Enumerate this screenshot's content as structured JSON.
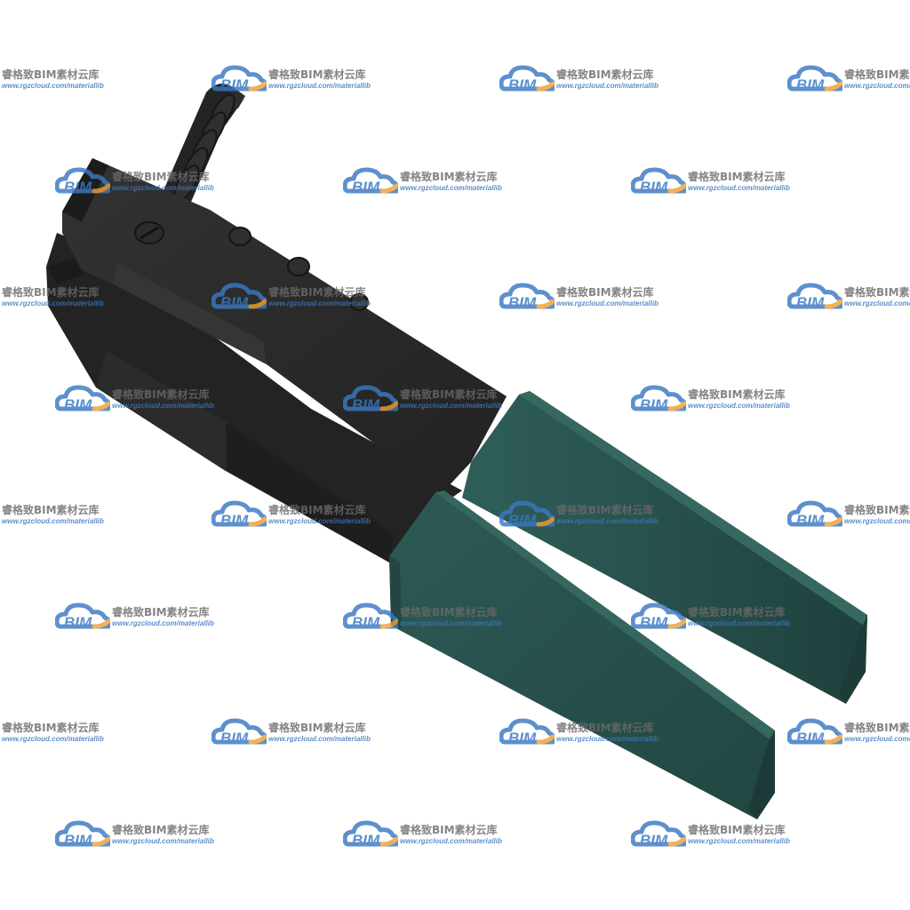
{
  "image": {
    "subject": "riveting-pliers",
    "colors": {
      "background": "#ffffff",
      "metal_body": "#2a2a2a",
      "metal_shadow": "#1b1b1b",
      "metal_highlight": "#3a3a3a",
      "grip": "#27504c",
      "grip_shadow": "#1f403d",
      "grip_highlight": "#2f5e59"
    }
  },
  "watermark": {
    "logo_text": "BIM",
    "brand_text": "睿格致BIM素材云库",
    "url_text": "www.rgzcloud.com/materiallib",
    "colors": {
      "cloud_blue": "#3a78c2",
      "cloud_orange": "#f0a030",
      "brand_gray": "#6a6a6a"
    }
  }
}
